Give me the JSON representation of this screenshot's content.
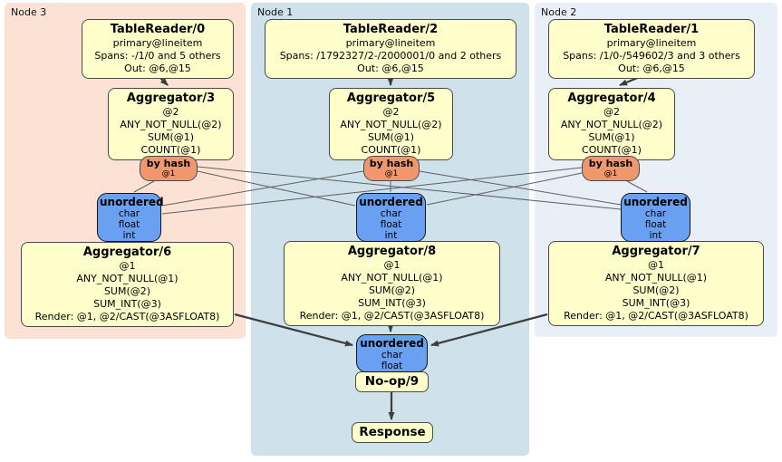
{
  "colors": {
    "node3_bg": "#fbe2d5",
    "node1_bg": "#cfe1eb",
    "node2_bg": "#e9eff7",
    "processor_fill": "#ffffcc",
    "processor_border": "#4a4a4a",
    "router_fill": "#f0976e",
    "sync_fill": "#69a0f1",
    "edge_thin": "#5f5f5f",
    "edge_thick": "#3d3d3d"
  },
  "regions": {
    "node3": {
      "label": "Node 3"
    },
    "node1": {
      "label": "Node 1"
    },
    "node2": {
      "label": "Node 2"
    }
  },
  "processors": {
    "tr0": {
      "title": "TableReader/0",
      "lines": [
        "primary@lineitem",
        "Spans: -/1/0 and 5 others",
        "Out: @6,@15"
      ]
    },
    "tr2": {
      "title": "TableReader/2",
      "lines": [
        "primary@lineitem",
        "Spans: /1792327/2-/2000001/0 and 2 others",
        "Out: @6,@15"
      ]
    },
    "tr1": {
      "title": "TableReader/1",
      "lines": [
        "primary@lineitem",
        "Spans: /1/0-/549602/3 and 3 others",
        "Out: @6,@15"
      ]
    },
    "ag3": {
      "title": "Aggregator/3",
      "lines": [
        "@2",
        "ANY_NOT_NULL(@2)",
        "SUM(@1)",
        "COUNT(@1)"
      ]
    },
    "ag5": {
      "title": "Aggregator/5",
      "lines": [
        "@2",
        "ANY_NOT_NULL(@2)",
        "SUM(@1)",
        "COUNT(@1)"
      ]
    },
    "ag4": {
      "title": "Aggregator/4",
      "lines": [
        "@2",
        "ANY_NOT_NULL(@2)",
        "SUM(@1)",
        "COUNT(@1)"
      ]
    },
    "ag6": {
      "title": "Aggregator/6",
      "lines": [
        "@1",
        "ANY_NOT_NULL(@1)",
        "SUM(@2)",
        "SUM_INT(@3)",
        "Render: @1, @2/CAST(@3ASFLOAT8)"
      ]
    },
    "ag8": {
      "title": "Aggregator/8",
      "lines": [
        "@1",
        "ANY_NOT_NULL(@1)",
        "SUM(@2)",
        "SUM_INT(@3)",
        "Render: @1, @2/CAST(@3ASFLOAT8)"
      ]
    },
    "ag7": {
      "title": "Aggregator/7",
      "lines": [
        "@1",
        "ANY_NOT_NULL(@1)",
        "SUM(@2)",
        "SUM_INT(@3)",
        "Render: @1, @2/CAST(@3ASFLOAT8)"
      ]
    },
    "noop": {
      "title": "No-op/9"
    },
    "response": {
      "title": "Response"
    }
  },
  "routers": {
    "r3": {
      "title": "by hash",
      "detail": "@1"
    },
    "r5": {
      "title": "by hash",
      "detail": "@1"
    },
    "r4": {
      "title": "by hash",
      "detail": "@1"
    }
  },
  "syncs": {
    "s3": {
      "title": "unordered",
      "types": [
        "char",
        "float",
        "int"
      ]
    },
    "s1": {
      "title": "unordered",
      "types": [
        "char",
        "float",
        "int"
      ]
    },
    "s2": {
      "title": "unordered",
      "types": [
        "char",
        "float",
        "int"
      ]
    },
    "sf": {
      "title": "unordered",
      "types": [
        "char",
        "float"
      ]
    }
  }
}
